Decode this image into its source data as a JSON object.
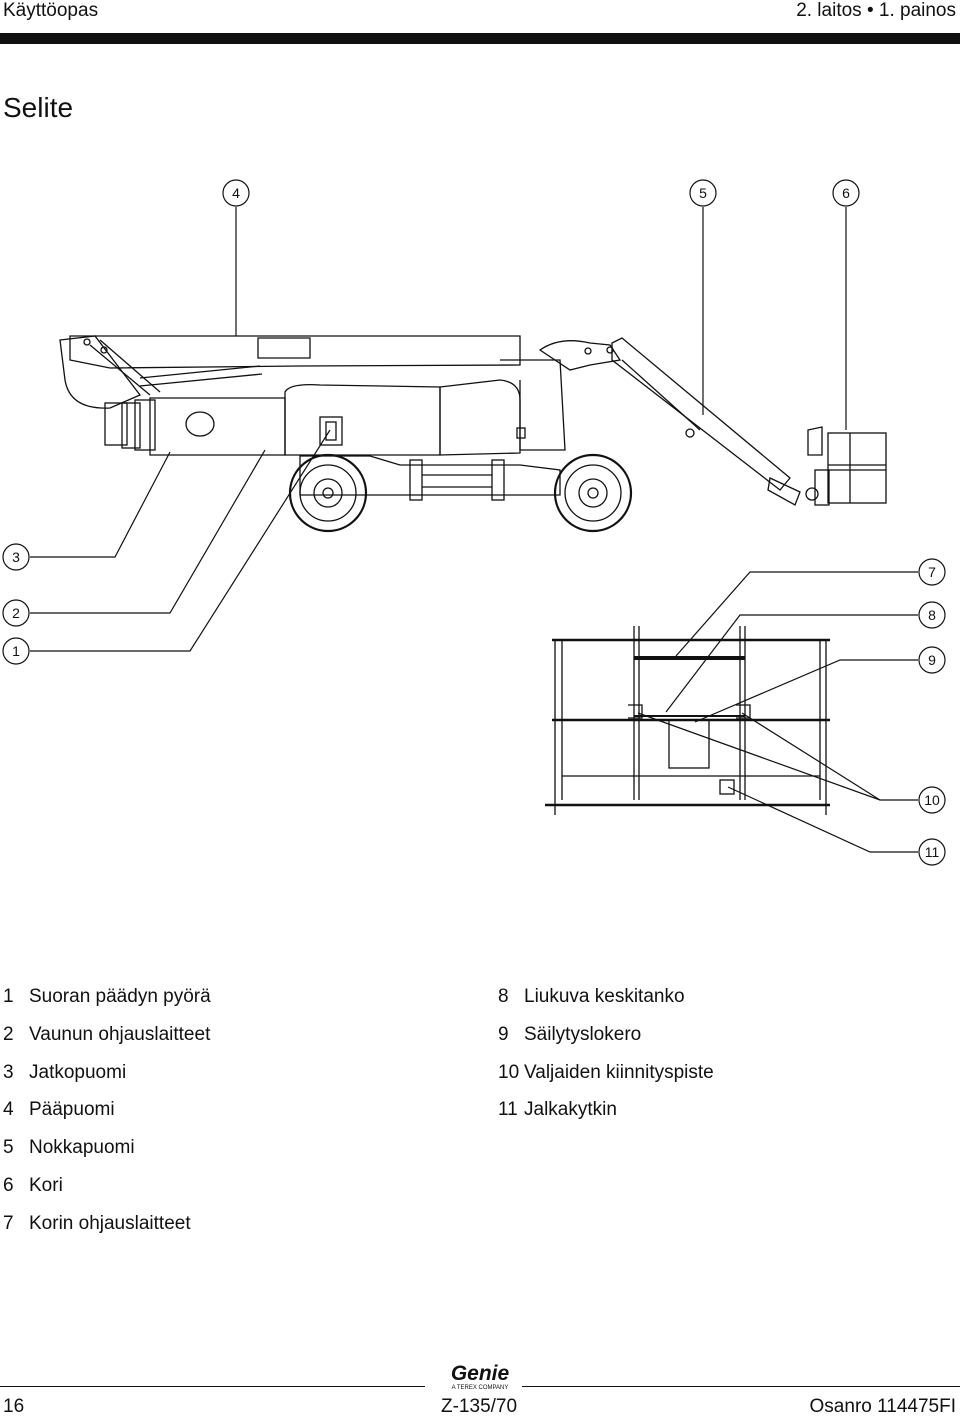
{
  "header": {
    "left": "Käyttöopas",
    "right": "2. laitos • 1. painos"
  },
  "section_title": "Selite",
  "callouts": [
    "1",
    "2",
    "3",
    "4",
    "5",
    "6",
    "7",
    "8",
    "9",
    "10",
    "11"
  ],
  "legend": {
    "left": [
      {
        "num": "1",
        "text": "Suoran päädyn pyörä"
      },
      {
        "num": "2",
        "text": "Vaunun ohjauslaitteet"
      },
      {
        "num": "3",
        "text": "Jatkopuomi"
      },
      {
        "num": "4",
        "text": "Pääpuomi"
      },
      {
        "num": "5",
        "text": "Nokkapuomi"
      },
      {
        "num": "6",
        "text": "Kori"
      },
      {
        "num": "7",
        "text": "Korin ohjauslaitteet"
      }
    ],
    "right": [
      {
        "num": "8",
        "text": "Liukuva keskitanko"
      },
      {
        "num": "9",
        "text": "Säilytyslokero"
      },
      {
        "num": "10",
        "text": "Valjaiden kiinnityspiste"
      },
      {
        "num": "11",
        "text": "Jalkakytkin"
      }
    ]
  },
  "logo": {
    "brand": "Genie",
    "tagline": "A TEREX COMPANY"
  },
  "footer": {
    "page": "16",
    "model": "Z-135/70",
    "part": "Osanro 114475FI"
  }
}
